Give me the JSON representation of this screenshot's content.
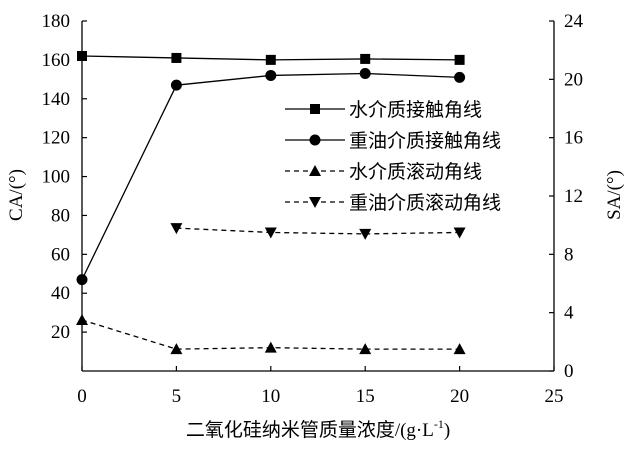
{
  "chart_data": {
    "type": "line",
    "title": "",
    "xlabel": "二氧化硅纳米管质量浓度/(g·L",
    "xlabel_sup": "-1",
    "xlabel_tail": ")",
    "ylabel_left": "CA/(°)",
    "ylabel_right": "SA/(°)",
    "xlim": [
      0,
      25
    ],
    "ylim_left": [
      0,
      180
    ],
    "ylim_right": [
      0,
      24
    ],
    "x_ticks": [
      0,
      5,
      10,
      15,
      20,
      25
    ],
    "y_left_ticks": [
      20,
      40,
      60,
      80,
      100,
      120,
      140,
      160,
      180
    ],
    "y_right_ticks": [
      0,
      4,
      8,
      12,
      16,
      20,
      24
    ],
    "grid": false,
    "legend_position": "right-middle",
    "series": [
      {
        "name": "水介质接触角线",
        "axis": "left",
        "x": [
          0,
          5,
          10,
          15,
          20
        ],
        "values": [
          162,
          161,
          160,
          160.5,
          160
        ],
        "marker": "square",
        "dash": false
      },
      {
        "name": "重油介质接触角线",
        "axis": "left",
        "x": [
          0,
          5,
          10,
          15,
          20
        ],
        "values": [
          47,
          147,
          152,
          153,
          151
        ],
        "marker": "circle",
        "dash": false
      },
      {
        "name": "水介质滚动角线",
        "axis": "right",
        "x": [
          0,
          5,
          10,
          15,
          20
        ],
        "values": [
          3.5,
          1.5,
          1.6,
          1.5,
          1.5
        ],
        "marker": "triangle-up",
        "dash": true
      },
      {
        "name": "重油介质滚动角线",
        "axis": "right",
        "x": [
          5,
          10,
          15,
          20
        ],
        "values": [
          9.8,
          9.5,
          9.4,
          9.5
        ],
        "marker": "triangle-down",
        "dash": true
      }
    ]
  }
}
